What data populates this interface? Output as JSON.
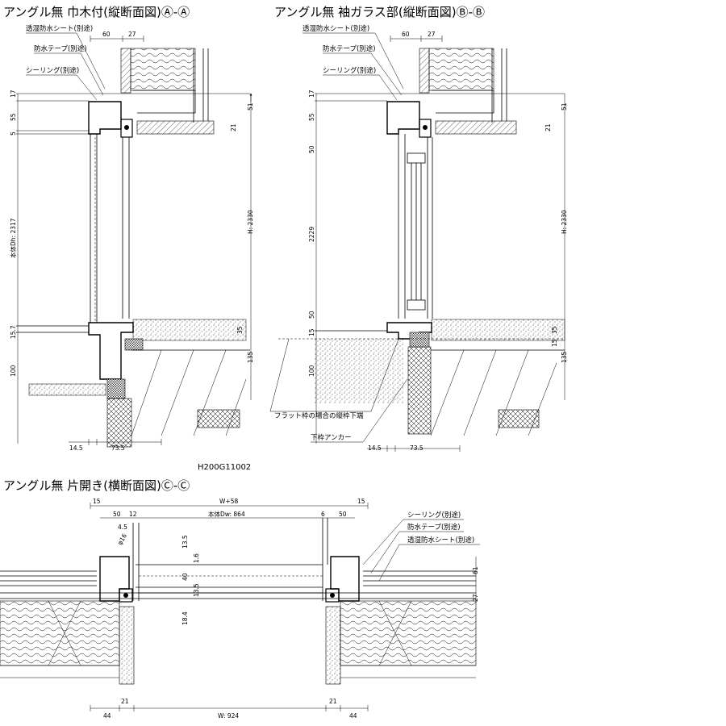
{
  "titles": {
    "a": "アングル無 巾木付(縦断面図)Ⓐ-Ⓐ",
    "b": "アングル無 袖ガラス部(縦断面図)Ⓑ-Ⓑ",
    "c": "アングル無 片開き(横断面図)Ⓒ-Ⓒ"
  },
  "labels": {
    "sheet": "透湿防水シート(別途)",
    "tape": "防水テープ(別途)",
    "sealing": "シーリング(別途)",
    "flat_frame": "フラット枠の場合の縦枠下端",
    "anchor": "下枠アンカー",
    "code": "H200G11002"
  },
  "dims_a": {
    "top_60": "60",
    "top_27": "27",
    "l_17": "17",
    "l_55": "55",
    "l_5": "5",
    "body_dh": "本体Dh: 2317",
    "l_157": "15.7",
    "l_100": "100",
    "r_51": "51",
    "r_21": "21",
    "r_h": "H: 2330",
    "r_35": "35",
    "r_135": "135",
    "b_145": "14.5",
    "b_735": "73.5"
  },
  "dims_b": {
    "top_60": "60",
    "top_27": "27",
    "l_17": "17",
    "l_55": "55",
    "l_50a": "50",
    "l_2229": "2229",
    "l_50b": "50",
    "l_15": "15",
    "l_100": "100",
    "r_51": "51",
    "r_21": "21",
    "r_h": "H: 2330",
    "r_35": "35",
    "r_15": "15",
    "r_135": "135",
    "b_145": "14.5",
    "b_735": "73.5"
  },
  "dims_c": {
    "w58": "W+58",
    "dw": "本体Dw: 864",
    "l_15": "15",
    "r_15": "15",
    "l_50": "50",
    "l_12": "12",
    "r_6": "6",
    "r_50": "50",
    "d_45": "4.5",
    "d_phi": "φ16",
    "d_135a": "13.5",
    "d_16": "1.6",
    "d_40": "40",
    "d_135b": "13.5",
    "d_184": "18.4",
    "r_61": "61",
    "r_27": "27",
    "b_44l": "44",
    "b_21l": "21",
    "b_w924": "W: 924",
    "b_21r": "21",
    "b_44r": "44"
  }
}
